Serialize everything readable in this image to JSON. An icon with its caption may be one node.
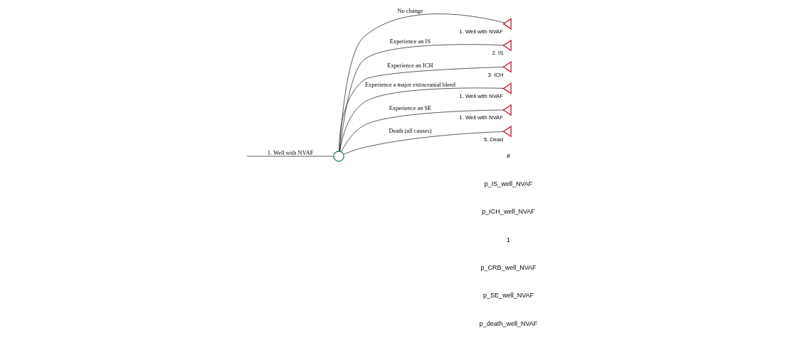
{
  "diagram": {
    "nodes": [
      {
        "text": [],
        "shape": "circle"
      },
      {
        "text": [],
        "shape": "triangle",
        "beside": [
          "1. Well with NVAF"
        ]
      },
      {
        "text": [],
        "shape": "triangle",
        "beside": [
          "2. IS"
        ]
      },
      {
        "text": [],
        "shape": "triangle",
        "beside": [
          "3. ICH"
        ]
      },
      {
        "text": [],
        "shape": "triangle",
        "beside": [
          "1. Well with NVAF"
        ]
      },
      {
        "text": [],
        "shape": "triangle",
        "beside": [
          "1. Well with NVAF"
        ]
      },
      {
        "text": [],
        "shape": "triangle",
        "beside": [
          "5. Dead"
        ]
      }
    ],
    "edges": [
      {
        "from": null,
        "to": 0,
        "arrow": "none",
        "label": "1. Well with NVAF"
      },
      {
        "from": 0,
        "to": 1,
        "arrow": "none",
        "label": "No change"
      },
      {
        "from": 0,
        "to": 2,
        "arrow": "none",
        "label": "Experience an IS"
      },
      {
        "from": 0,
        "to": 3,
        "arrow": "none",
        "label": "Experience an ICH"
      },
      {
        "from": 0,
        "to": 4,
        "arrow": "none",
        "label": "Experience a major extracranial bleed"
      },
      {
        "from": 0,
        "to": 5,
        "arrow": "none",
        "label": "Experience an SE"
      },
      {
        "from": 0,
        "to": 6,
        "arrow": "none",
        "label": "Death (all causes)"
      }
    ],
    "labels": [
      "#",
      "p_IS_well_NVAF",
      "p_ICH_well_NVAF",
      "1",
      "p_CRB_well_NVAF",
      "p_SE_well_NVAF",
      "p_death_well_NVAF"
    ]
  }
}
